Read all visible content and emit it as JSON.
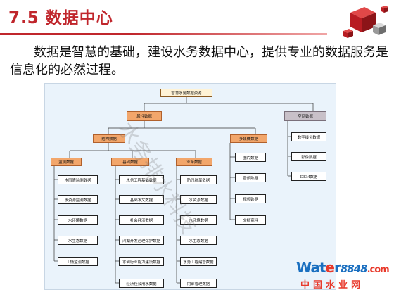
{
  "slide": {
    "title": "7.5  数据中心",
    "body": "数据是智慧的基础，建设水务数据中心，提供专业的数据服务是信息化的必然过程。"
  },
  "diagram": {
    "root": "智慧水务数据资源",
    "attr": "属性数据",
    "spatial": "空间数据",
    "structured": "结构数据",
    "multimedia": "多媒体数据",
    "monitoring": "监测数据",
    "basic": "基础数据",
    "business": "业务数据",
    "monitoring_items": [
      "水雨情监测数据",
      "水资源监测数据",
      "水环境数据",
      "水生态数据",
      "工情监测数据"
    ],
    "basic_items": [
      "水务工程基础数据",
      "基础水文数据",
      "社会经济数据",
      "河湖开发治理保护数据",
      "水利行业能力建设数据",
      "经济社会用水数据"
    ],
    "business_items": [
      "防汛抗旱数据",
      "水资源数据",
      "水环境数据",
      "水生态数据",
      "水务工程建管数据",
      "内部管理数据"
    ],
    "multimedia_items": [
      "图片数据",
      "音频数据",
      "视频数据",
      "文档资料"
    ],
    "spatial_items": [
      "数字线化数据",
      "影像数据",
      "DEM数据"
    ],
    "watermark": "水务排水科技"
  },
  "brand": {
    "top_w": "Wat",
    "top_e": "e",
    "top_r": "r",
    "top_num": "8848",
    "top_dot": ".com",
    "bottom": "中国水业网"
  },
  "colors": {
    "title": "#c0262c",
    "category": "#f2a66b",
    "spatial": "#c8c0c8",
    "diagram_bg": "#eaf3fb",
    "brand_blue": "#1a6fc0",
    "brand_red": "#e8392b"
  },
  "icons": {
    "logo": "red-cubes-logo"
  }
}
